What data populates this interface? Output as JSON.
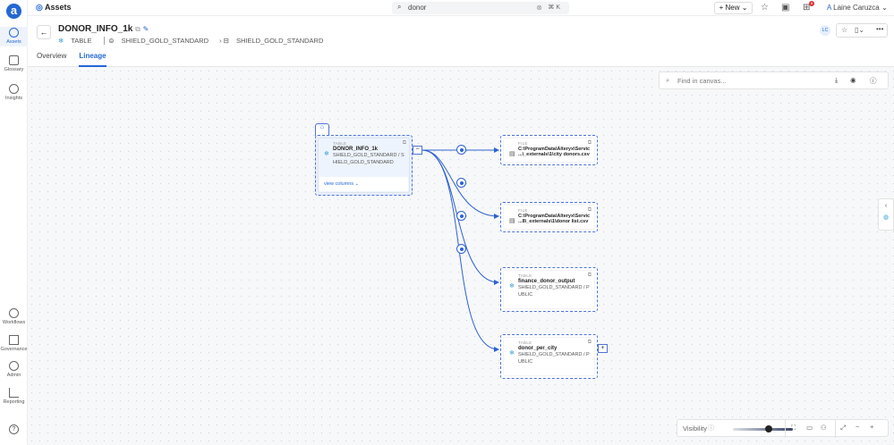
{
  "app": {
    "logo": "a",
    "section_title": "Assets"
  },
  "sidebar": {
    "items": [
      {
        "label": "Assets",
        "icon": "compass-icon"
      },
      {
        "label": "Glossary",
        "icon": "book-icon"
      },
      {
        "label": "Insights",
        "icon": "bulb-icon"
      },
      {
        "label": "Workflows",
        "icon": "play-icon"
      },
      {
        "label": "Governance",
        "icon": "bank-icon"
      },
      {
        "label": "Admin",
        "icon": "admin-icon"
      },
      {
        "label": "Reporting",
        "icon": "chart-icon"
      }
    ],
    "help": "?"
  },
  "topbar": {
    "search_value": "donor",
    "shortcut": "⌘ K",
    "new_label": "+ New ⌄",
    "notifications": "8",
    "user_initial": "A",
    "user_name": "Laine Caruzca ⌄"
  },
  "header": {
    "asset_name": "DONOR_INFO_1k",
    "type": "TABLE",
    "database": "SHIELD_GOLD_STANDARD",
    "schema": "SHIELD_GOLD_STANDARD",
    "owner_initials": "LC",
    "tabs": [
      {
        "label": "Overview",
        "active": false
      },
      {
        "label": "Lineage",
        "active": true
      }
    ]
  },
  "canvas": {
    "find_placeholder": "Find in canvas...",
    "visibility_label": "Visibility",
    "visibility_level": 0.6,
    "source": {
      "kind": "TABLE",
      "name": "DONOR_INFO_1k",
      "path1": "SHIELD_GOLD_STANDARD / S",
      "path2": "HIELD_GOLD_STANDARD",
      "view_columns": "view columns ⌄",
      "collapse": "−"
    },
    "targets": [
      {
        "kind": "FILE",
        "name": "C:\\ProgramData\\Alteryx\\Servic",
        "path1": "...\\_externals\\1\\city donors.csv",
        "path2": ""
      },
      {
        "kind": "FILE",
        "name": "C:\\ProgramData\\Alteryx\\Servic",
        "path1": "...8\\_externals\\1\\donor list.csv",
        "path2": ""
      },
      {
        "kind": "TABLE",
        "name": "finance_donor_output",
        "path1": "SHIELD_GOLD_STANDARD / P",
        "path2": "UBLIC"
      },
      {
        "kind": "TABLE",
        "name": "donor_per_city",
        "path1": "SHIELD_GOLD_STANDARD / P",
        "path2": "UBLIC"
      }
    ],
    "expand": "+",
    "accent": "#2468d4"
  }
}
